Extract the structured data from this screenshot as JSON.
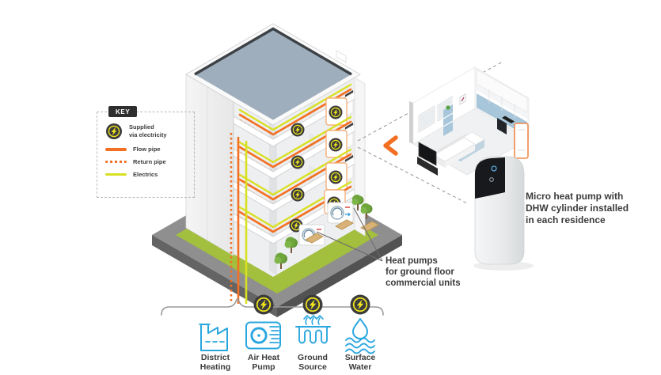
{
  "key": {
    "heading": "KEY",
    "items": [
      {
        "name": "supplied-via-electricity",
        "line1": "Supplied",
        "line2": "via electricity"
      },
      {
        "name": "flow-pipe",
        "label": "Flow pipe"
      },
      {
        "name": "return-pipe",
        "label": "Return pipe"
      },
      {
        "name": "electrics",
        "label": "Electrics"
      }
    ]
  },
  "callouts": {
    "ground_floor_units": {
      "lines": [
        "Heat pumps",
        "for ground floor",
        "commercial units"
      ]
    },
    "residence_unit": {
      "lines": [
        "Micro heat pump with",
        "DHW cylinder installed",
        "in each residence"
      ]
    }
  },
  "energy_sources": [
    {
      "icon": "district-heating-icon",
      "line1": "District",
      "line2": "Heating",
      "supplied_via_electricity": false
    },
    {
      "icon": "air-heat-pump-icon",
      "line1": "Air Heat",
      "line2": "Pump",
      "supplied_via_electricity": true
    },
    {
      "icon": "ground-source-icon",
      "line1": "Ground",
      "line2": "Source",
      "supplied_via_electricity": true
    },
    {
      "icon": "surface-water-icon",
      "line1": "Surface",
      "line2": "Water",
      "supplied_via_electricity": true
    }
  ],
  "building": {
    "floors_shown": 4,
    "heat_pumps_per_floor": 2
  },
  "colors": {
    "flow_pipe": "#F36F21",
    "return_pipe": "#F36F21",
    "electrics": "#D9E021",
    "electricity_badge": "#3C3C3C",
    "electricity_bolt": "#EFE51F",
    "source_icon": "#2BA7DF",
    "roof": "#9FAEBC",
    "grass": "#A2BF3E",
    "pavement": "#8F8F8F",
    "cabinet_blue": "#A8C6DA",
    "text": "#3B3B3B",
    "accent": "#F36F21"
  }
}
